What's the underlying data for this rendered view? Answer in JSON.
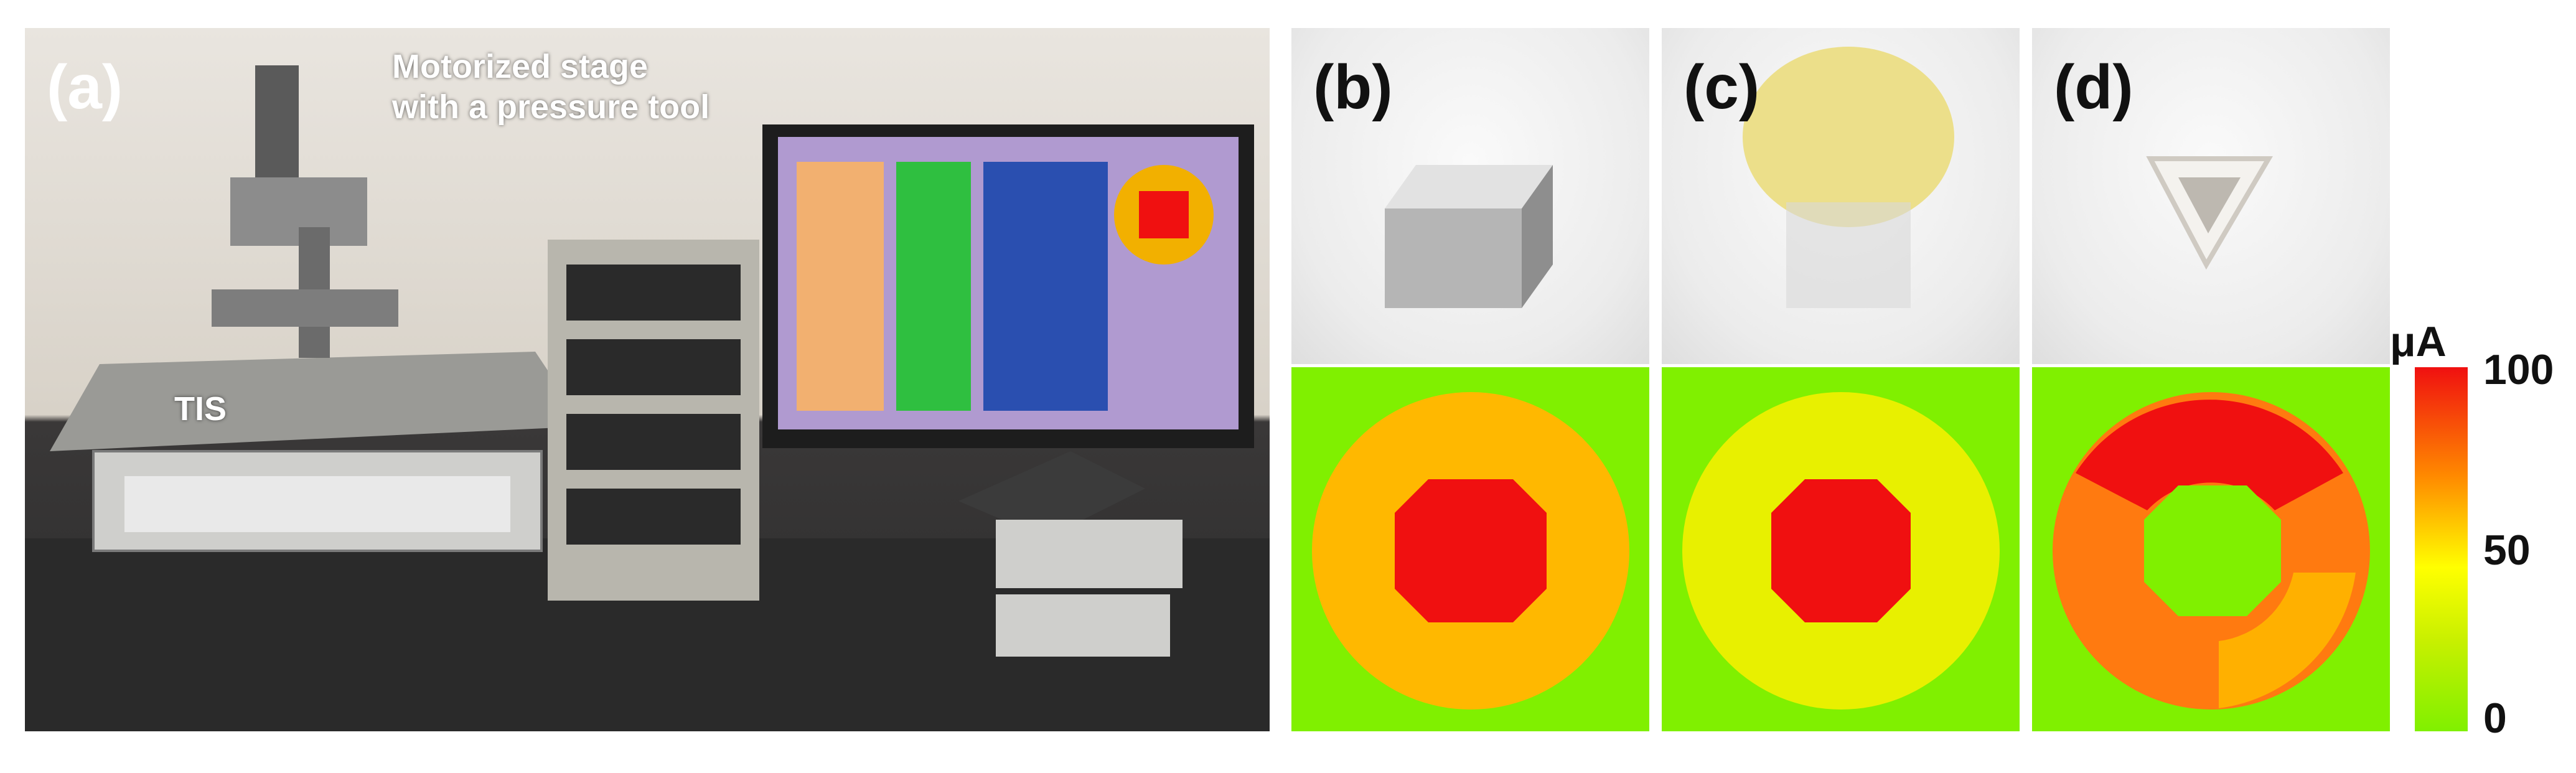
{
  "panels": {
    "a": {
      "label": "(a)",
      "annotation_stage": [
        "Motorized stage",
        "with a pressure tool"
      ],
      "annotation_tis": "TIS"
    },
    "b": {
      "label": "(b)"
    },
    "c": {
      "label": "(c)"
    },
    "d": {
      "label": "(d)"
    }
  },
  "colorbar": {
    "unit": "μA",
    "ticks": [
      "100",
      "50",
      "0"
    ],
    "values": [
      100,
      50,
      0
    ],
    "colors": [
      "#f01010",
      "#ffff00",
      "#80f000"
    ]
  },
  "colors": {
    "map_background": "#80f000",
    "ring_orange": "#ffb800",
    "ring_yellow": "#e8f000",
    "center_red": "#f01010",
    "ring_dark_orange": "#ff7a10"
  }
}
